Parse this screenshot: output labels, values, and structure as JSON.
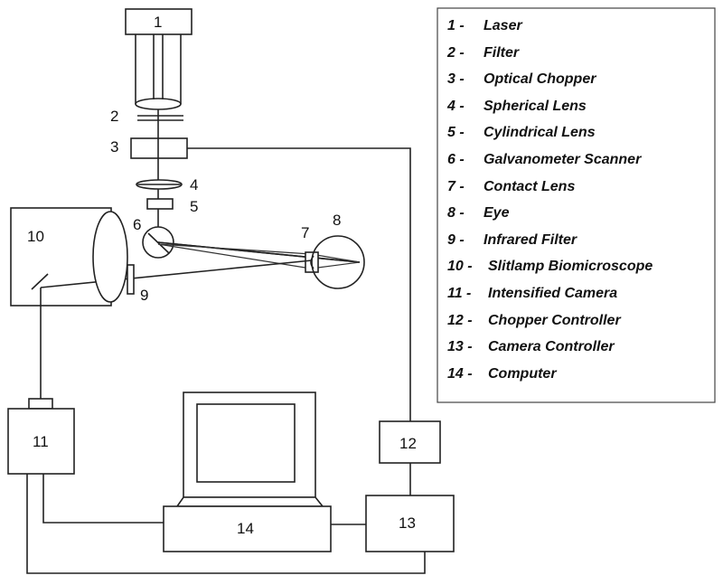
{
  "components": {
    "laser": "1",
    "filter": "2",
    "chopper": "3",
    "spherical_lens": "4",
    "cylindrical_lens": "5",
    "scanner": "6",
    "contact_lens": "7",
    "eye": "8",
    "infrared_filter": "9",
    "slitlamp": "10",
    "camera": "11",
    "chopper_controller": "12",
    "camera_controller": "13",
    "computer": "14"
  },
  "legend": [
    {
      "key": "1 -",
      "label": "Laser"
    },
    {
      "key": "2 -",
      "label": "Filter"
    },
    {
      "key": "3 -",
      "label": "Optical Chopper"
    },
    {
      "key": "4 -",
      "label": "Spherical Lens"
    },
    {
      "key": "5 -",
      "label": "Cylindrical Lens"
    },
    {
      "key": "6 -",
      "label": "Galvanometer Scanner"
    },
    {
      "key": "7 -",
      "label": "Contact Lens"
    },
    {
      "key": "8 -",
      "label": "Eye"
    },
    {
      "key": "9 -",
      "label": "Infrared Filter"
    },
    {
      "key": "10 -",
      "label": "Slitlamp Biomicroscope"
    },
    {
      "key": "11 -",
      "label": "Intensified Camera"
    },
    {
      "key": "12 -",
      "label": "Chopper Controller"
    },
    {
      "key": "13 -",
      "label": "Camera Controller"
    },
    {
      "key": "14 -",
      "label": "Computer"
    }
  ]
}
